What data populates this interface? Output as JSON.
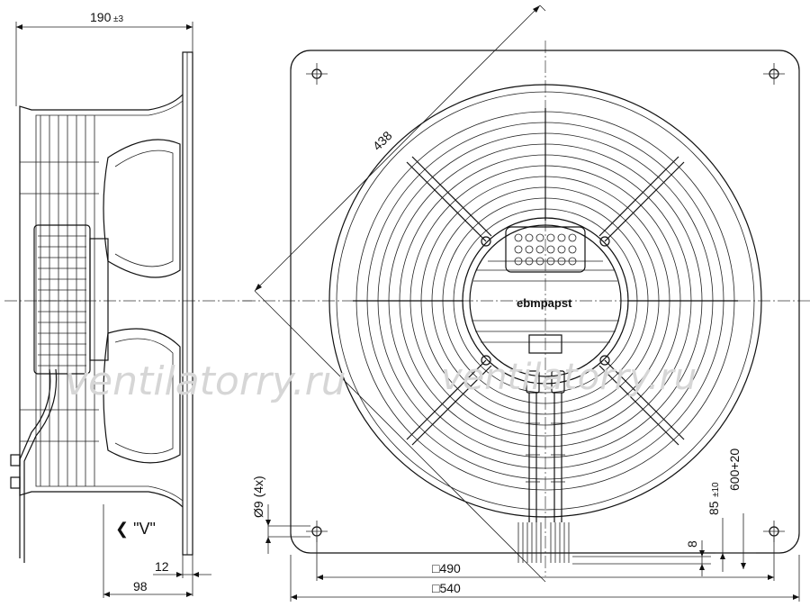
{
  "labels": {
    "depth_total": "190",
    "depth_tol": "±3",
    "flange_offset": "12",
    "body_depth": "98",
    "view_marker": "❮ \"V\"",
    "hole_dia": "Ø9 (4x)",
    "diagonal": "438",
    "bolt_square": "□490",
    "plate_square": "□540",
    "cable_offset": "85",
    "cable_offset_tol": "±10",
    "cable_length": "600+20",
    "cable_gap": "8",
    "brand_logo": "ebmpapst",
    "watermark": "ventilatorry.ru"
  },
  "colors": {
    "line": "#111111",
    "watermark": "#d6d6d6",
    "background": "#ffffff"
  }
}
